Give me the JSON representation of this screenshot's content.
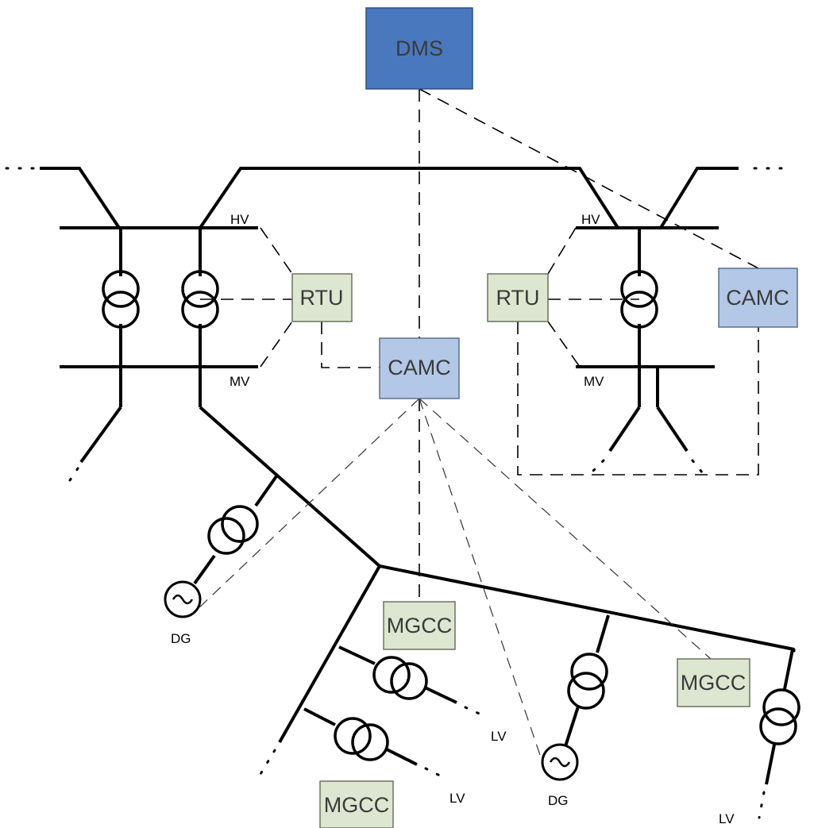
{
  "nodes": {
    "dms": {
      "label": "DMS"
    },
    "camc_center": {
      "label": "CAMC"
    },
    "camc_right": {
      "label": "CAMC"
    },
    "rtu_left": {
      "label": "RTU"
    },
    "rtu_right": {
      "label": "RTU"
    },
    "mgcc_center": {
      "label": "MGCC"
    },
    "mgcc_bottom": {
      "label": "MGCC"
    },
    "mgcc_right": {
      "label": "MGCC"
    }
  },
  "bus_labels": {
    "hv_left": "HV",
    "hv_right": "HV",
    "mv_left": "MV",
    "mv_right": "MV"
  },
  "source_labels": {
    "dg_left": "DG",
    "dg_bottom": "DG"
  },
  "feeder_labels": {
    "lv_a": "LV",
    "lv_b": "LV",
    "lv_c": "LV"
  },
  "icons": {
    "transformer": "transformer-icon",
    "generator": "ac-generator-icon"
  },
  "colors": {
    "dms_fill": "#4a78be",
    "camc_fill": "#b3c7e6",
    "controller_fill": "#dde6d0",
    "line_color": "#000000"
  }
}
